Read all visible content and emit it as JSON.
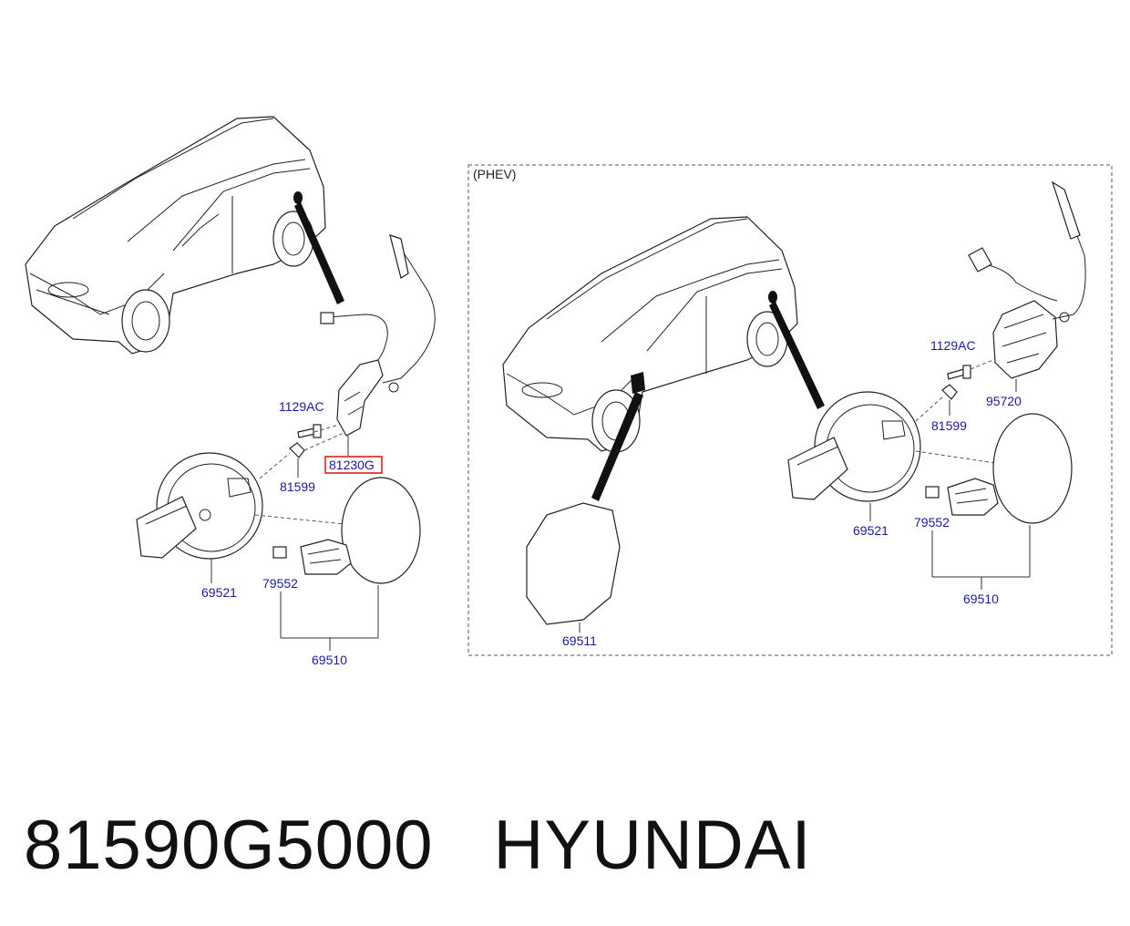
{
  "labels": {
    "l1129ac_a": "1129AC",
    "l81230g": "81230G",
    "l81599_a": "81599",
    "l69521_a": "69521",
    "l79552_a": "79552",
    "l69510_a": "69510",
    "phev": "(PHEV)",
    "l1129ac_b": "1129AC",
    "l95720": "95720",
    "l81599_b": "81599",
    "l69521_b": "69521",
    "l79552_b": "79552",
    "l69510_b": "69510",
    "l69511": "69511"
  },
  "footer": {
    "part_number": "81590G5000",
    "brand": "HYUNDAI"
  },
  "colors": {
    "label": "#1a1aa0",
    "highlight": "#e02020",
    "line": "#222222"
  }
}
